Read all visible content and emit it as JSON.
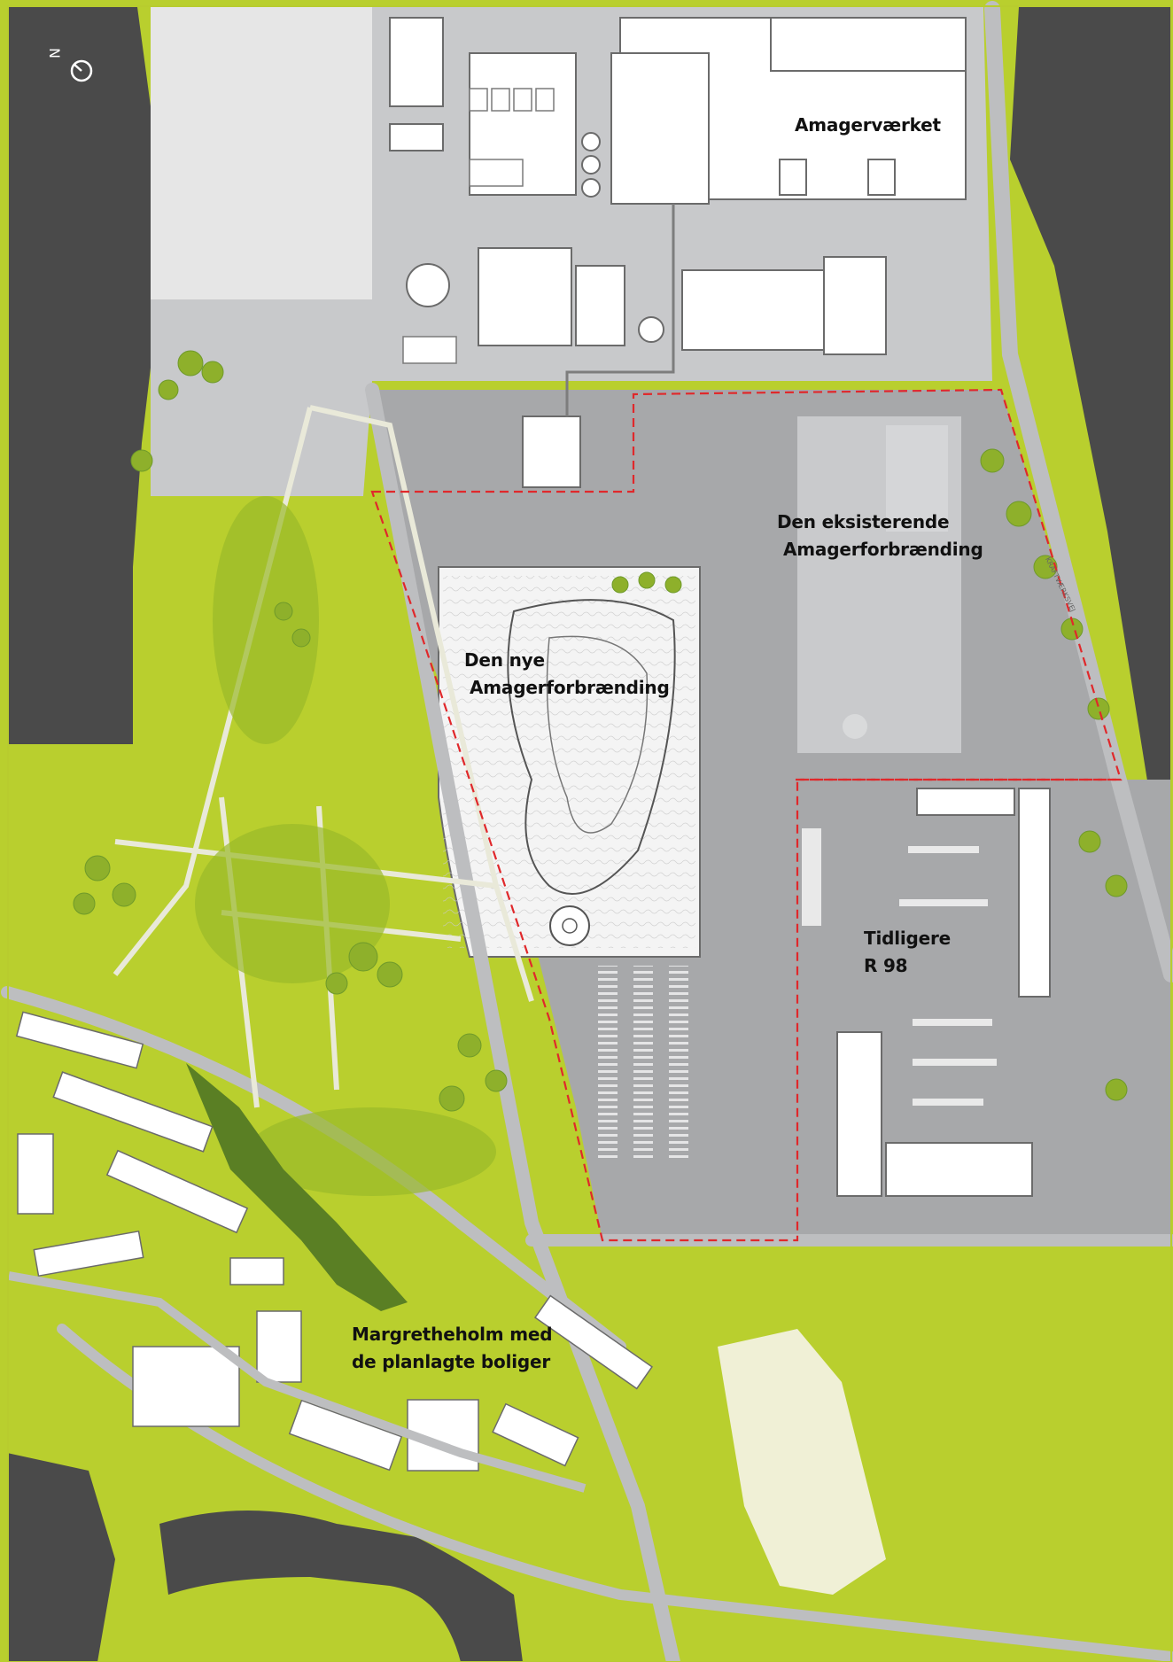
{
  "map": {
    "labels": {
      "amagervaerket": "Amagerværket",
      "existing_line1": "Den eksisterende",
      "existing_line2": "Amagerforbrænding",
      "new_line1": "Den nye",
      "new_line2": "Amagerforbrænding",
      "r98_line1": "Tidligere",
      "r98_line2": "R 98",
      "margretheholm_line1": "Margretheholm med",
      "margretheholm_line2": "de planlagte boliger"
    },
    "street_label": "KRAFTVÆRKSVEJ",
    "compass_letter": "N",
    "colors": {
      "water": "#4a4a4a",
      "grass": "#b9cf2e",
      "grass_light": "#cddc57",
      "grass_dark": "#6f9a2a",
      "tree": "#8eb02b",
      "road": "#a7a8aa",
      "paved": "#bfc0c2",
      "building": "#ffffff",
      "building_outline": "#6b6b6b",
      "site_boundary": "#e0282b"
    }
  }
}
